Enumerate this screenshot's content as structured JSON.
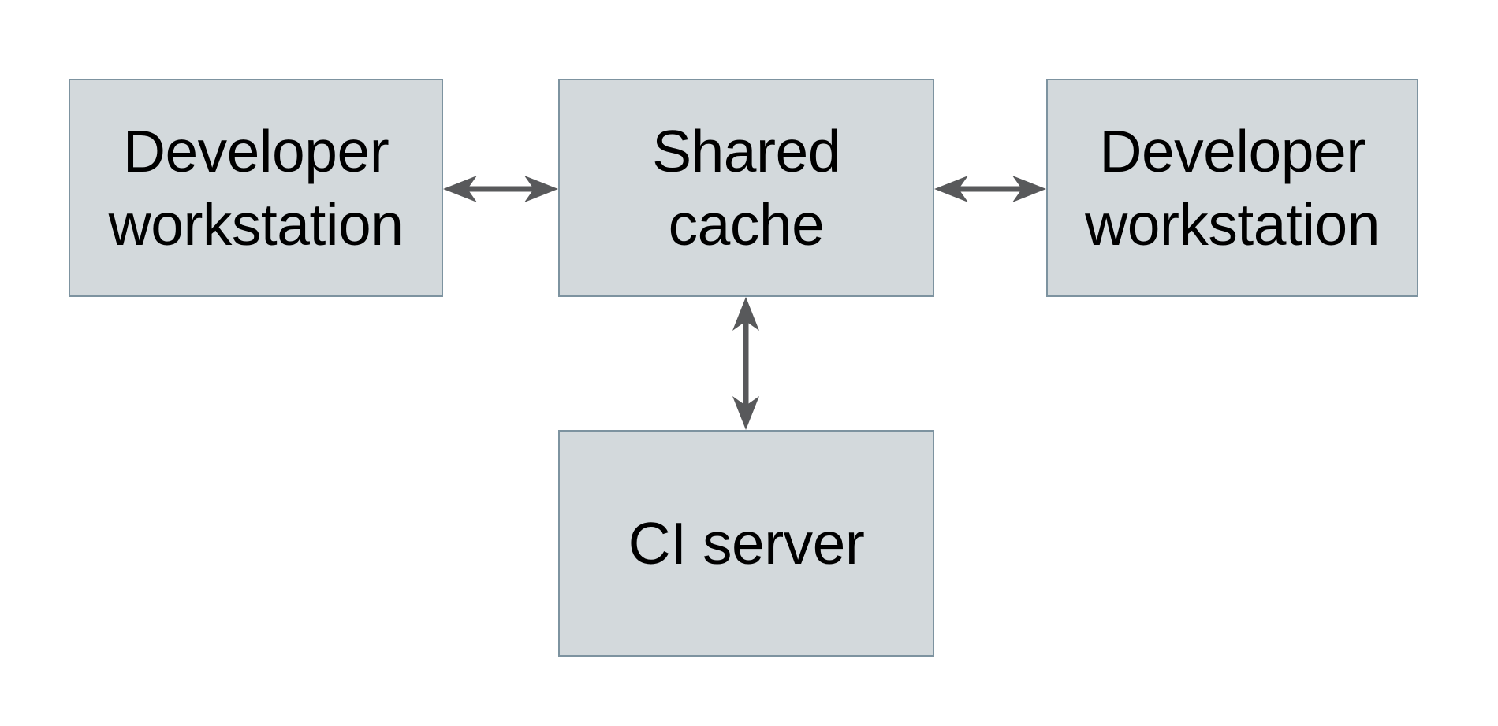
{
  "colors": {
    "background": "#ffffff",
    "box_fill": "#d3d9dc",
    "box_border": "#7d93a0",
    "arrow_color": "#58595b",
    "text_color": "#000000"
  },
  "diagram": {
    "nodes": [
      {
        "id": "developer-workstation-left",
        "label": "Developer\nworkstation"
      },
      {
        "id": "shared-cache",
        "label": "Shared\ncache"
      },
      {
        "id": "developer-workstation-right",
        "label": "Developer\nworkstation"
      },
      {
        "id": "ci-server",
        "label": "CI server"
      }
    ],
    "edges": [
      {
        "from": "developer-workstation-left",
        "to": "shared-cache",
        "direction": "bidirectional"
      },
      {
        "from": "shared-cache",
        "to": "developer-workstation-right",
        "direction": "bidirectional"
      },
      {
        "from": "shared-cache",
        "to": "ci-server",
        "direction": "bidirectional"
      }
    ]
  }
}
